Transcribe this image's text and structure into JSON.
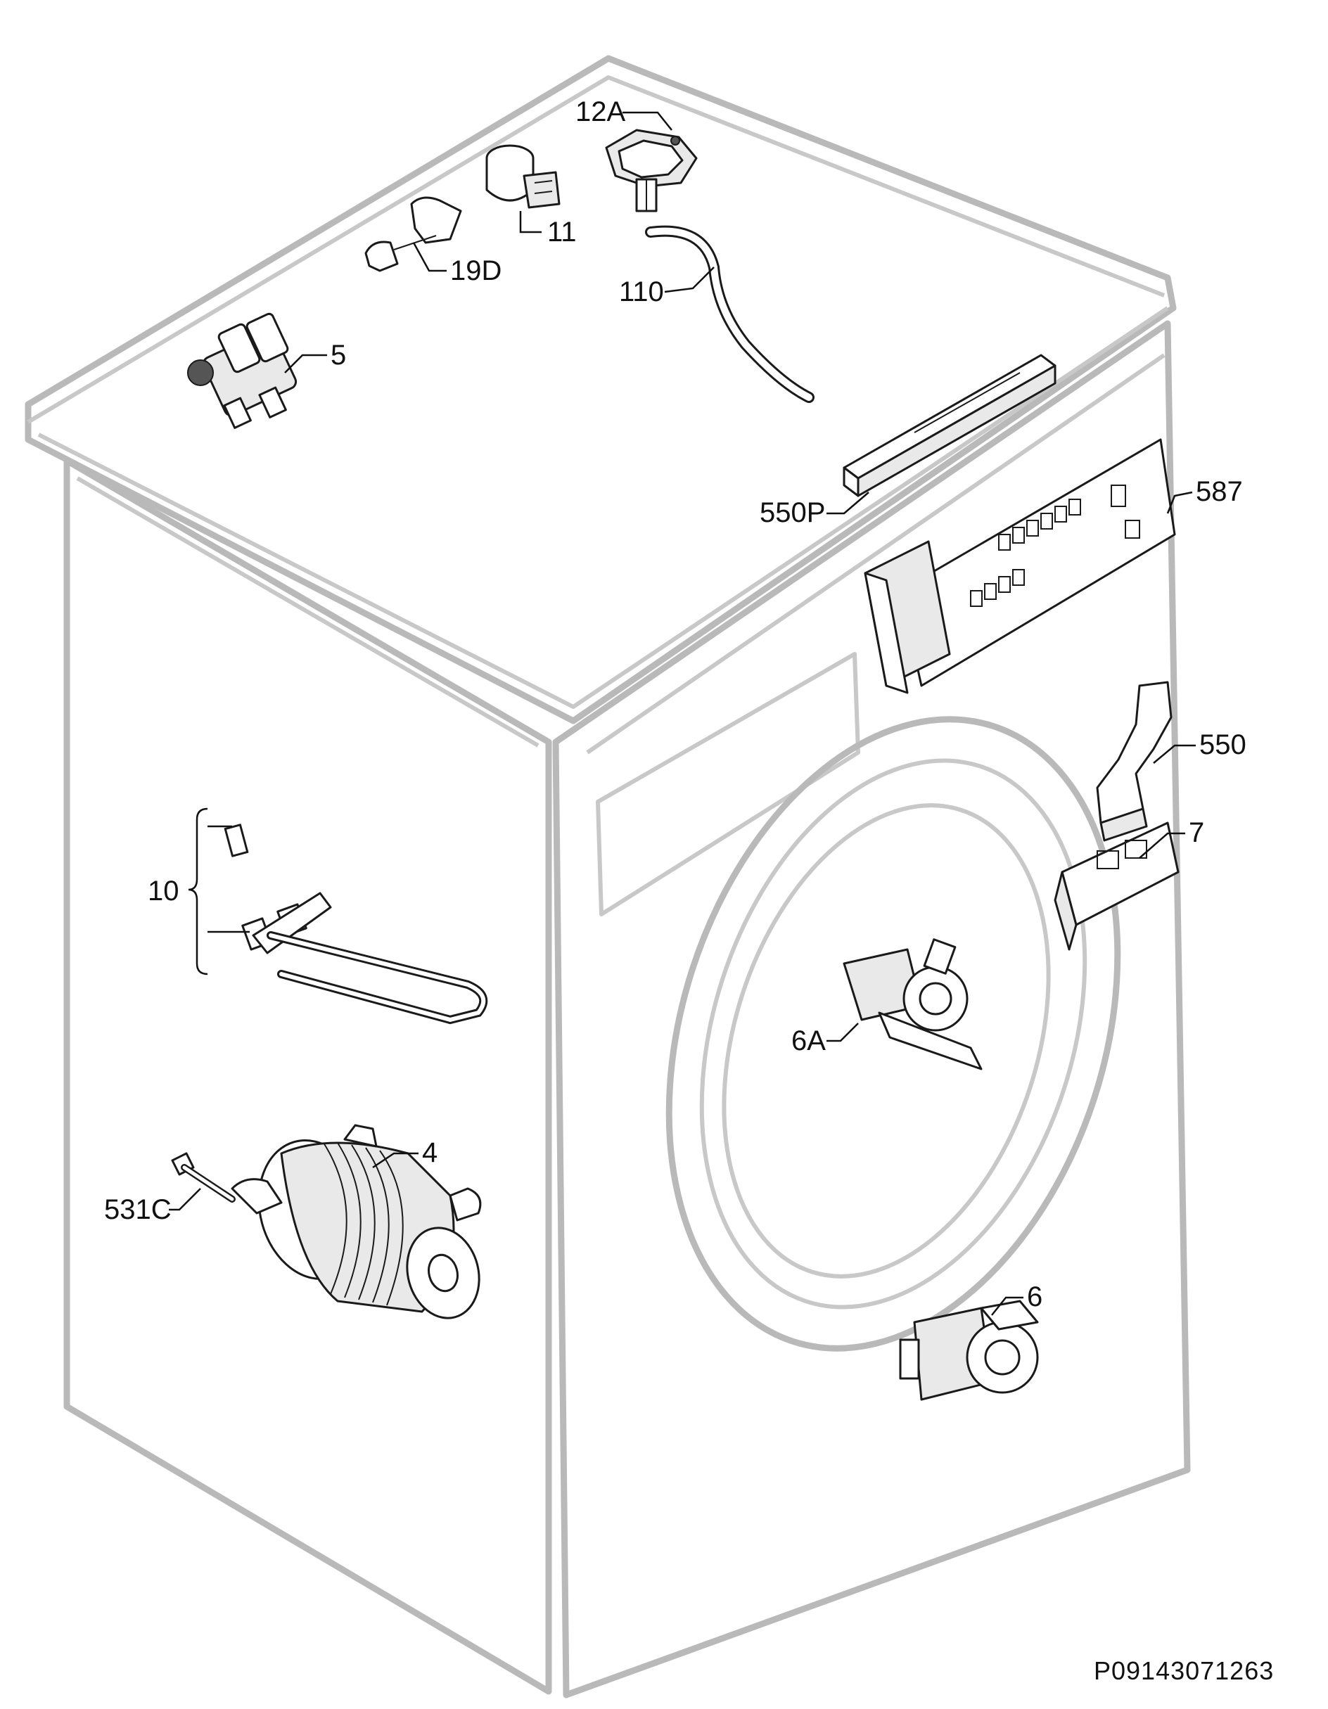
{
  "drawing_code": "P09143071263",
  "callouts": {
    "c12A": "12A",
    "c11": "11",
    "c19D": "19D",
    "c110": "110",
    "c5": "5",
    "c550P": "550P",
    "c587": "587",
    "c550": "550",
    "c7": "7",
    "c10": "10",
    "c6A": "6A",
    "c4": "4",
    "c531C": "531C",
    "c6": "6"
  }
}
